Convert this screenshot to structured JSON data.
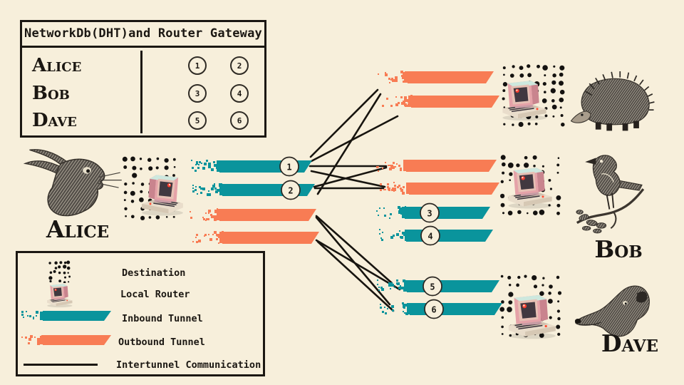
{
  "colors": {
    "background": "#f7efdb",
    "inbound_teal": "#0a949c",
    "outbound_orange": "#f87c54",
    "ink": "#1b1712"
  },
  "network_table": {
    "title": "NetworkDb(DHT)and Router Gateway",
    "rows": [
      {
        "name": "Alice",
        "gateways": [
          "1",
          "2"
        ]
      },
      {
        "name": "Bob",
        "gateways": [
          "3",
          "4"
        ]
      },
      {
        "name": "Dave",
        "gateways": [
          "5",
          "6"
        ]
      }
    ]
  },
  "legend": {
    "items": [
      {
        "icon": "destination-dots-icon",
        "label": "Destination"
      },
      {
        "icon": "local-router-icon",
        "label": "Local Router"
      },
      {
        "icon": "inbound-tunnel-icon",
        "label": "Inbound Tunnel"
      },
      {
        "icon": "outbound-tunnel-icon",
        "label": "Outbound Tunnel"
      },
      {
        "icon": "intertunnel-line-icon",
        "label": "Intertunnel Communication"
      }
    ]
  },
  "peers": {
    "alice": {
      "label": "Alice",
      "animal": "rabbit"
    },
    "bob": {
      "label": "Bob",
      "animal": "bird"
    },
    "dave": {
      "label": "Dave",
      "animal": "greyhound"
    },
    "unnamed_top": {
      "label": "",
      "animal": "hedgehog"
    }
  },
  "gateway_labels": [
    "1",
    "2",
    "3",
    "4",
    "5",
    "6"
  ]
}
